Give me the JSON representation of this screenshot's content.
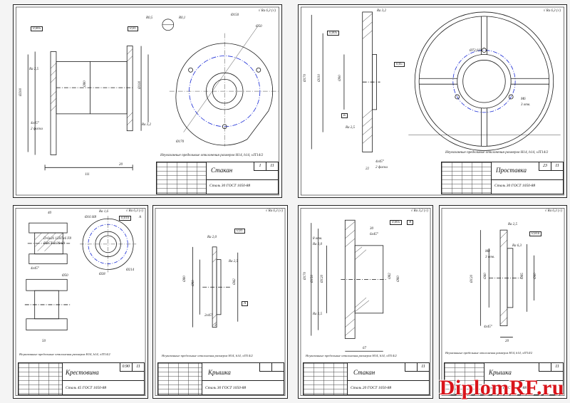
{
  "colors": {
    "line": "#1a1a1a",
    "blue": "#1a2bd6",
    "hatch": "#333333",
    "watermark": "#d9141b"
  },
  "sheets": [
    {
      "title": "Стакан",
      "material": "Сталь 30 ГОСТ 1050-88",
      "sheet_cell": "1",
      "sheets_cell": "11",
      "note": "Неуказанные предельные отклонения размеров H14, h14, ±IT14/2",
      "roughness": "√ Ra 6,3 (√)",
      "dims": [
        "Ø200",
        "Ø170",
        "Ø150",
        "Ø50",
        "Ø80",
        "Ø100",
        "111",
        "20",
        "Ra 2,5",
        "Ra 3,2",
        "4x45°",
        "2 фаски",
        "0,005",
        "0,01",
        "R0,5",
        "R0,1"
      ]
    },
    {
      "title": "Проставка",
      "material": "Сталь 30 ГОСТ 1050-88",
      "sheet_cell": "23",
      "sheets_cell": "11",
      "note": "Неуказанные предельные отклонения размеров H14, h14, ±IT14/2",
      "roughness": "√ Ra 6,3 (√)",
      "dims": [
        "Ø170",
        "Ø110",
        "Ø90",
        "Ø72,023",
        "M6",
        "3 отв.",
        "Ra 3,2",
        "Ra 2,5",
        "4x45°",
        "2 фаски",
        "22",
        "0,005",
        "0,05",
        "Б"
      ]
    },
    {
      "title": "Крестовина",
      "material": "Сталь 45 ГОСТ 1050-88",
      "sheet_cell": "0.90",
      "sheets_cell": "11",
      "note": "Неуказанные предельные отклонения размеров H14, h14, ±IT14/2",
      "roughness": "√ Ra 6,3 (√)",
      "dims": [
        "40",
        "50",
        "Ø16 H8",
        "Ø28",
        "Ø50",
        "4x45°",
        "Ra 1,6",
        "0,016",
        "A",
        "Ø214",
        "D-6x26 12H7x6 F8",
        "ГОСТ 1139-80"
      ]
    },
    {
      "title": "Крышка",
      "material": "Сталь 30 ГОСТ 1050-88",
      "sheet_cell": "",
      "sheets_cell": "",
      "note": "Неуказанные предельные отклонения размеров H14, h14, ±IT14/2",
      "roughness": "√ Ra 6,3 (√)",
      "dims": [
        "Ø80",
        "Ø60",
        "Ø42",
        "Ra 2,0",
        "Ra 2,5",
        "2x45°",
        "3",
        "0,01",
        "A"
      ]
    },
    {
      "title": "Стакан",
      "material": "Сталь 20 ГОСТ 1050-88",
      "sheet_cell": "",
      "sheets_cell": "11",
      "note": "Неуказанные предельные отклонения размеров H14, h14, ±IT14/2",
      "roughness": "√ Ra 3,2 (√)",
      "dims": [
        "Ø170",
        "Ø150",
        "Ø120",
        "Ø82",
        "Ø60",
        "30",
        "6x45°",
        "Ra 2,0",
        "Ra 2,5",
        "0,005",
        "A",
        "67",
        "8 отв."
      ]
    },
    {
      "title": "Крышка",
      "material": "Сталь 30 ГОСТ 1050-88",
      "sheet_cell": "",
      "sheets_cell": "11",
      "note": "Неуказанные предельные отклонения размеров H14, h14, ±IT14/2",
      "roughness": "√ Ra 6,3 (√)",
      "dims": [
        "Ø120",
        "Ø85",
        "Ø40",
        "Ø60",
        "M8",
        "3 отв.",
        "Ra 2,5",
        "Ra 6,3",
        "4x45°",
        "20",
        "0,016"
      ]
    }
  ],
  "watermark": "DiplomRF.ru"
}
